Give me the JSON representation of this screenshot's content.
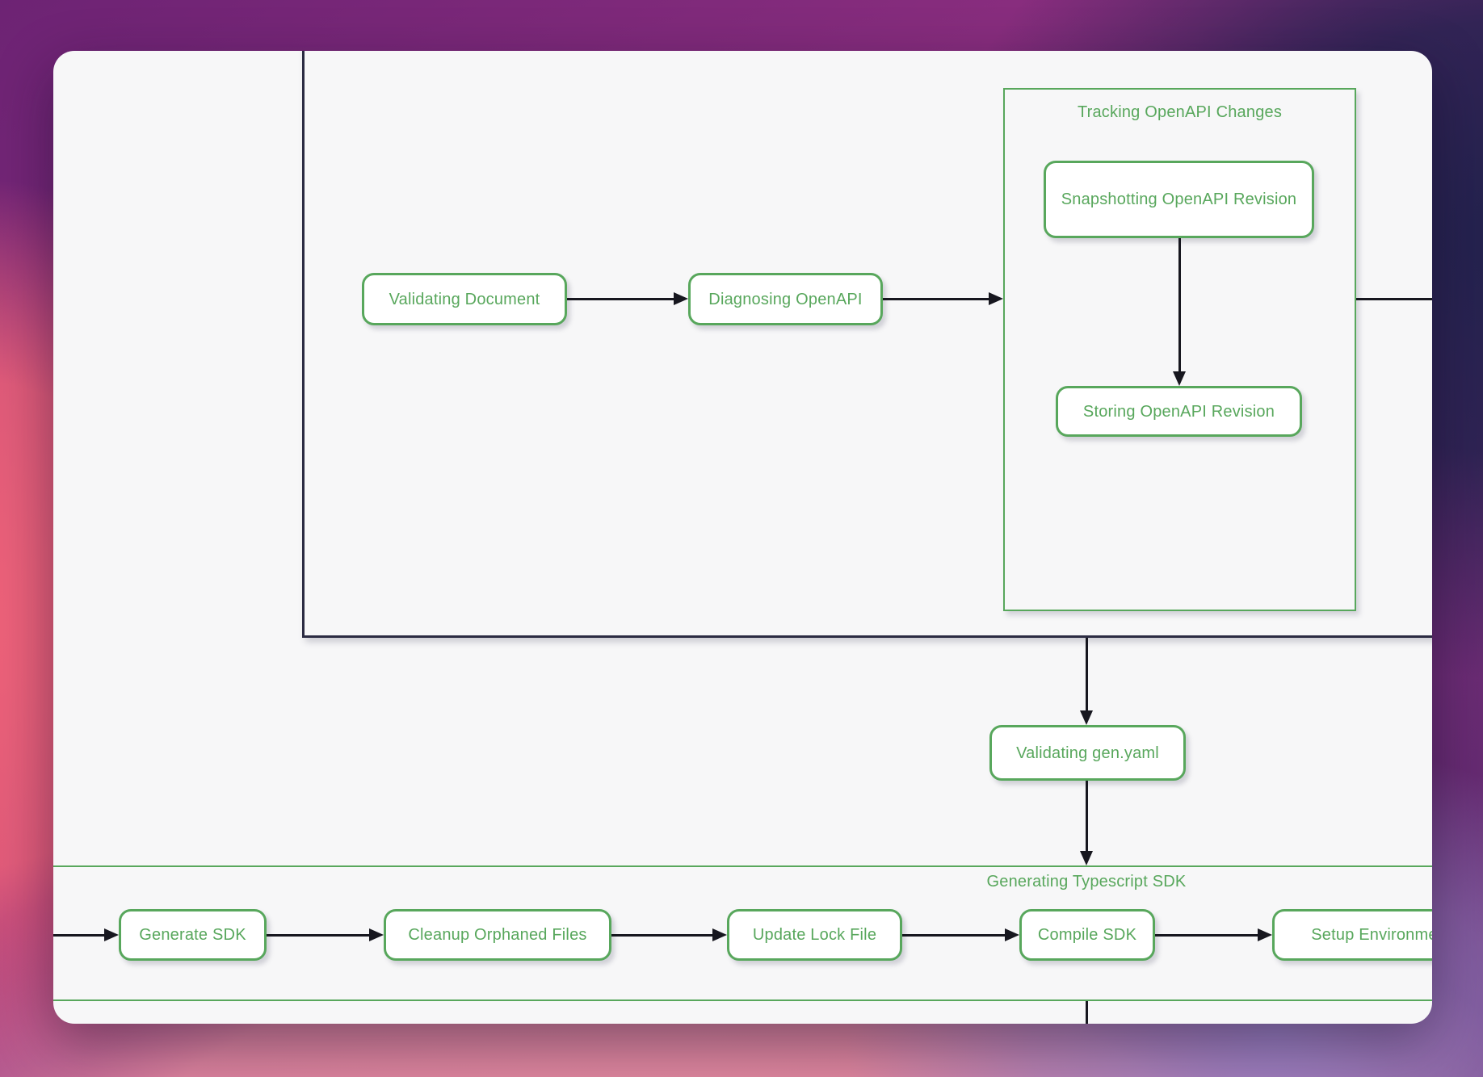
{
  "colors": {
    "node_green": "#58a75c",
    "edge_dark": "#17171f",
    "frame_dark": "#2b2b42",
    "card_background": "#f7f7f8",
    "wallpaper_purple": "#8e2f80",
    "wallpaper_indigo": "#23224e",
    "wallpaper_pink": "#f2647a"
  },
  "diagram": {
    "nodes": {
      "validating_document": {
        "label": "Validating Document"
      },
      "diagnosing_openapi": {
        "label": "Diagnosing OpenAPI"
      },
      "snapshotting_revision": {
        "label": "Snapshotting OpenAPI Revision"
      },
      "storing_revision": {
        "label": "Storing OpenAPI Revision"
      },
      "validating_gen_yaml": {
        "label": "Validating gen.yaml"
      }
    },
    "groups": {
      "tracking": {
        "title": "Tracking OpenAPI Changes"
      },
      "generating_sdk": {
        "title": "Generating Typescript SDK"
      }
    },
    "sdk_steps": [
      {
        "label": "Generate SDK"
      },
      {
        "label": "Cleanup Orphaned Files"
      },
      {
        "label": "Update Lock File"
      },
      {
        "label": "Compile SDK"
      },
      {
        "label": "Setup Environment"
      }
    ]
  }
}
